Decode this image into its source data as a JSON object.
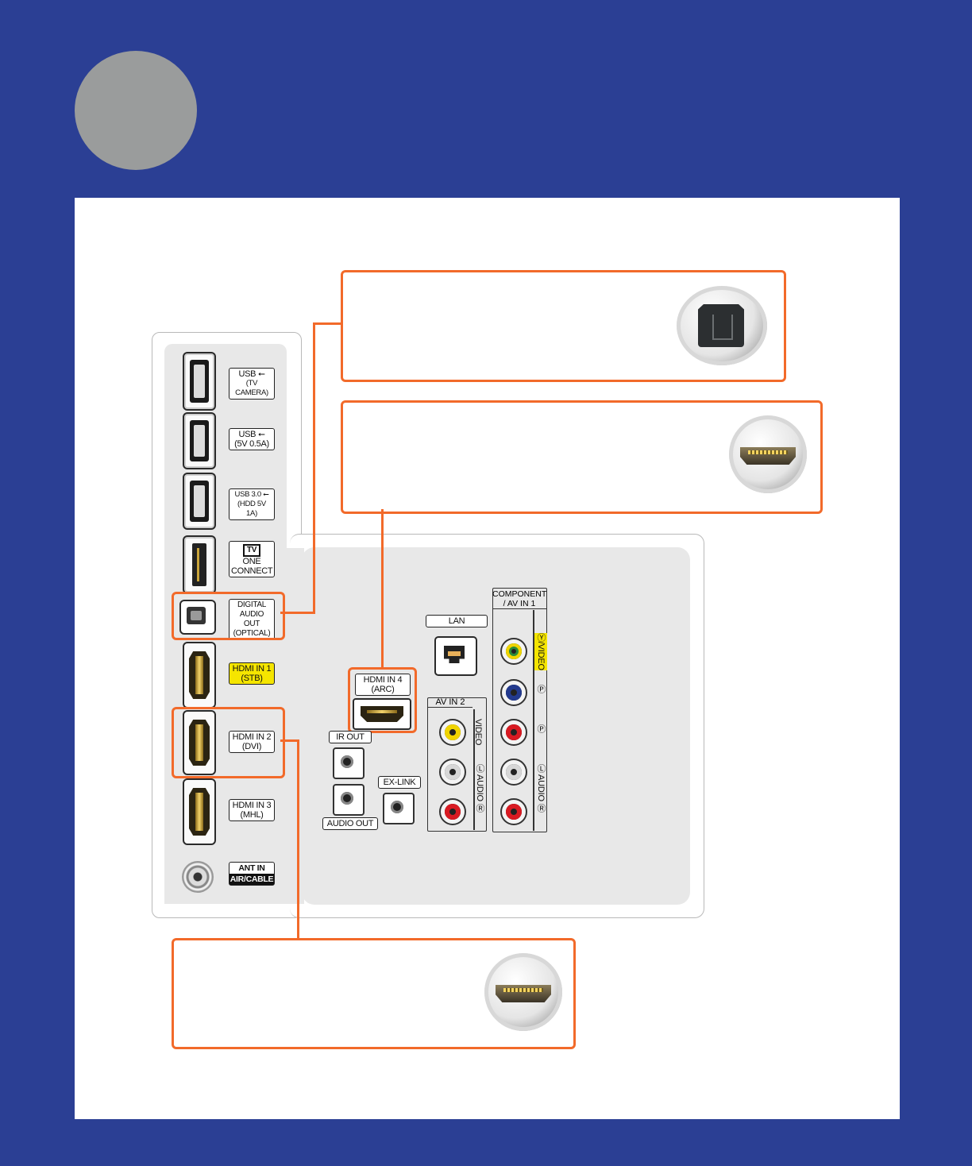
{
  "colors": {
    "background": "#2b3f94",
    "card": "#ffffff",
    "callout": "#f26a2a",
    "circle": "#9a9c9c"
  },
  "side_panel": {
    "usb1": {
      "line1": "USB",
      "line2": "(TV CAMERA)"
    },
    "usb2": {
      "line1": "USB",
      "line2": "(5V 0.5A)"
    },
    "usb3": {
      "line1": "USB 3.0",
      "line2": "(HDD 5V 1A)"
    },
    "one_connect": {
      "line1": "TV",
      "line2": "ONE",
      "line3": "CONNECT"
    },
    "optical": {
      "line1": "DIGITAL",
      "line2": "AUDIO OUT",
      "line3": "(OPTICAL)"
    },
    "hdmi1": {
      "line1": "HDMI IN 1",
      "line2": "(STB)"
    },
    "hdmi2": {
      "line1": "HDMI IN 2",
      "line2": "(DVI)"
    },
    "hdmi3": {
      "line1": "HDMI IN 3",
      "line2": "(MHL)"
    },
    "ant": {
      "line1": "ANT IN",
      "line2": "AIR/CABLE"
    }
  },
  "rear_panel": {
    "hdmi4": {
      "line1": "HDMI IN 4",
      "line2": "(ARC)"
    },
    "lan": "LAN",
    "ir_out": "IR OUT",
    "audio_out": "AUDIO OUT",
    "ex_link": "EX-LINK",
    "av_in2": {
      "title": "AV IN 2",
      "video": "VIDEO",
      "audio": "Ⓛ AUDIO Ⓡ"
    },
    "component": {
      "title_line1": "COMPONENT",
      "title_line2": "/ AV IN 1",
      "video": "Ⓨ/VIDEO",
      "pb": "Ⓟ",
      "pr": "Ⓟ",
      "audio": "Ⓛ AUDIO Ⓡ"
    }
  },
  "icons": [
    "optical-connector-icon",
    "hdmi-connector-icon",
    "usb-icon"
  ]
}
